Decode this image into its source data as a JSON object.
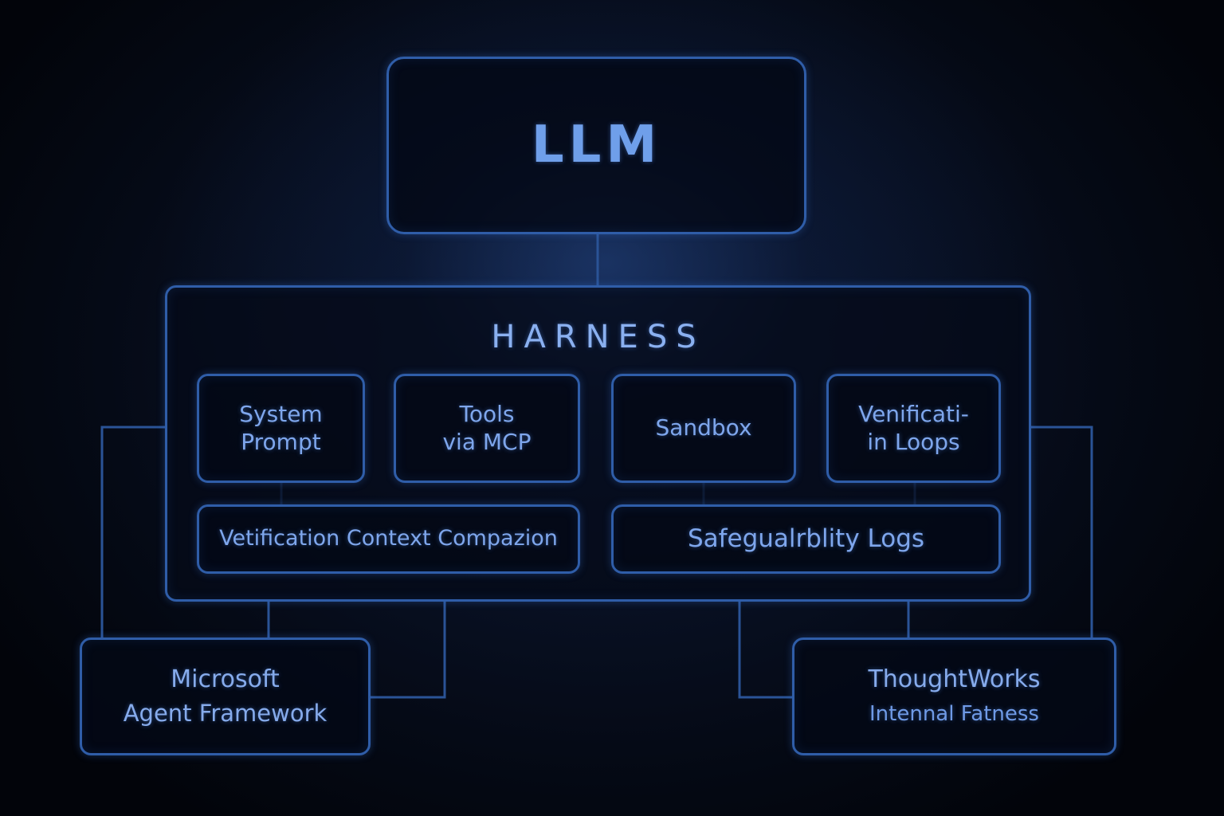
{
  "diagram": {
    "llm": {
      "label": "LLM"
    },
    "harness": {
      "title": "HARNESS",
      "components": {
        "system_prompt": "System\nPrompt",
        "tools": "Tools\nvia MCP",
        "sandbox": "Sandbox",
        "verification_loops": "Venificati-\nin Loops",
        "context": "Vetification Context Compazion",
        "safeguard": "Safegualrblity Logs"
      }
    },
    "implementations": {
      "microsoft": {
        "title": "Microsoft",
        "subtitle": "Agent Framework"
      },
      "thoughtworks": {
        "title": "ThoughtWorks",
        "subtitle": "Intennal Fatness"
      }
    }
  },
  "colors": {
    "background": "#03060d",
    "border": "#2f5da8",
    "text": "#7fa8ec",
    "connector": "#2a5396"
  }
}
